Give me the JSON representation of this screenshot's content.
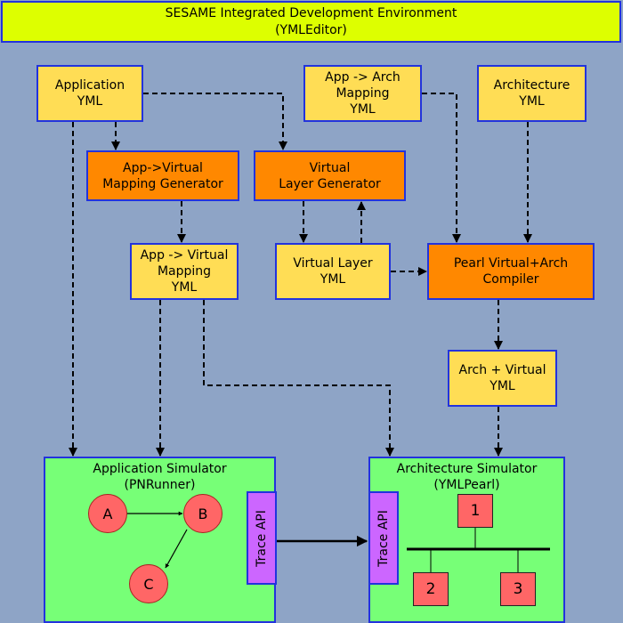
{
  "title": {
    "line1": "SESAME Integrated Development Environment",
    "line2": "(YMLEditor)"
  },
  "nodes": {
    "application_yml": {
      "line1": "Application",
      "line2": "YML"
    },
    "app_arch_mapping_yml": {
      "line1": "App -> Arch",
      "line2": "Mapping",
      "line3": "YML"
    },
    "architecture_yml": {
      "line1": "Architecture",
      "line2": "YML"
    },
    "app_virtual_mapping_generator": {
      "line1": "App->Virtual",
      "line2": "Mapping Generator"
    },
    "virtual_layer_generator": {
      "line1": "Virtual",
      "line2": "Layer Generator"
    },
    "app_virtual_mapping_yml": {
      "line1": "App -> Virtual",
      "line2": "Mapping",
      "line3": "YML"
    },
    "virtual_layer_yml": {
      "line1": "Virtual Layer",
      "line2": "YML"
    },
    "pearl_compiler": {
      "line1": "Pearl Virtual+Arch",
      "line2": "Compiler"
    },
    "arch_virtual_yml": {
      "line1": "Arch + Virtual",
      "line2": "YML"
    }
  },
  "app_simulator": {
    "line1": "Application Simulator",
    "line2": "(PNRunner)",
    "trace_api": "Trace API",
    "petri_nodes": [
      "A",
      "B",
      "C"
    ]
  },
  "arch_simulator": {
    "line1": "Architecture Simulator",
    "line2": "(YMLPearl)",
    "trace_api": "Trace API",
    "bus_nodes": [
      "1",
      "2",
      "3"
    ]
  },
  "colors": {
    "background": "#8ea4c6",
    "yml_box": "#ffdd55",
    "tool_box": "#ff8800",
    "simulator": "#77ff77",
    "trace_api": "#cc66ff",
    "title_bar": "#ddff00",
    "border": "#2233dd",
    "petri_node": "#ff6666"
  }
}
